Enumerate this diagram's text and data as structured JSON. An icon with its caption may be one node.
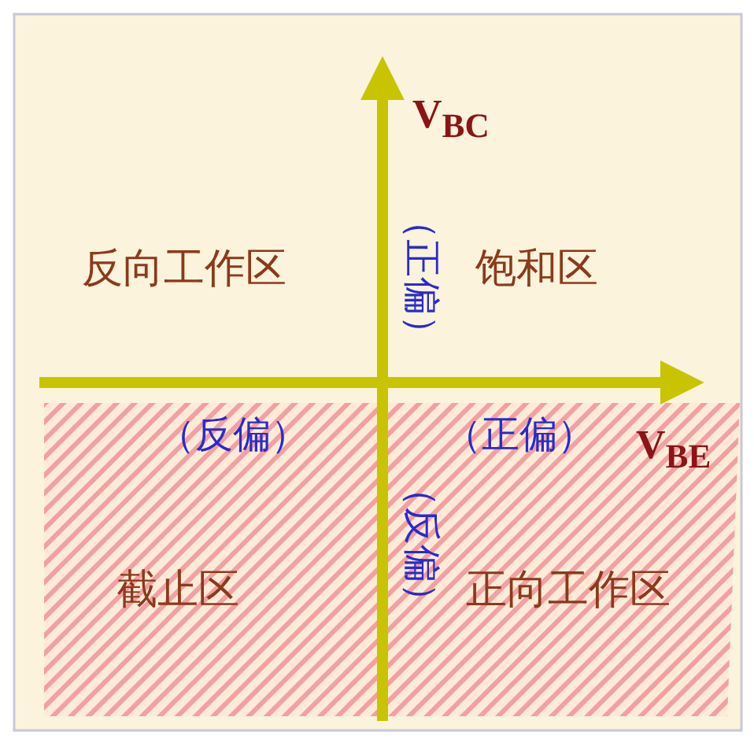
{
  "diagram": {
    "labels": [
      "V$_{BC}$",
      "反向工作区",
      "（正偏）",
      "饱和区",
      "（反偏）",
      "（正偏）",
      "V$_{BE}$",
      "（反偏）",
      "截止区",
      "正向工作区"
    ]
  }
}
